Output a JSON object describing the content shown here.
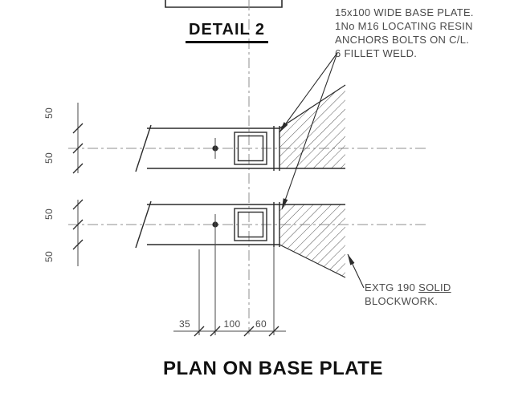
{
  "detail_title": "DETAIL 2",
  "main_title": "PLAN ON BASE PLATE",
  "annotation": {
    "lines": [
      "15x100 WIDE BASE PLATE.",
      "1No M16 LOCATING RESIN",
      "ANCHORS BOLTS ON C/L.",
      "6 FILLET WELD."
    ]
  },
  "blockwork_note": {
    "prefix": "EXTG 190",
    "underlined": "SOLID",
    "line2": "BLOCKWORK."
  },
  "dimensions": {
    "left": [
      "50",
      "50",
      "50",
      "50"
    ],
    "bottom": [
      "35",
      "100",
      "60"
    ]
  },
  "colors": {
    "line": "#2b2b2b",
    "centerline": "#8f8f8f",
    "hatch": "#555555",
    "dim": "#4a4a4a",
    "text": "#4a4a4a",
    "title": "#111111",
    "background": "#ffffff"
  }
}
